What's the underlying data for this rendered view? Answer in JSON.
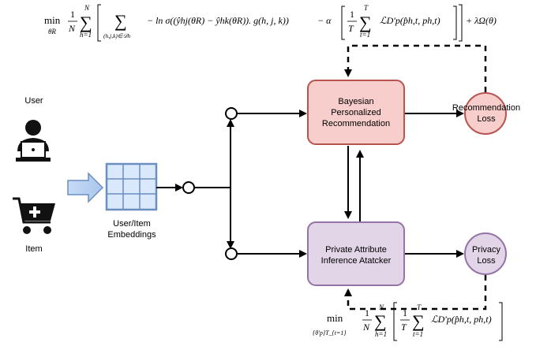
{
  "formula_top": {
    "min": "min",
    "sub": "θR",
    "frac_num": "1",
    "frac_den": "N",
    "sum_top": "N",
    "sum_bottom": "h=1",
    "inner_sum_bottom": "(h,j,k)∈𝒟h",
    "body": "− ln σ((ŷhj(θR) − ŷhk(θR)). g(h, j, k))",
    "alpha_term": "− α",
    "frac2_num": "1",
    "frac2_den": "T",
    "sum2_top": "T",
    "sum2_bottom": "t=1",
    "loss_term": "ℒD′p(p̂h,t, ph,t)",
    "reg_term": "+ λΩ(θ)"
  },
  "formula_bottom": {
    "min": "min",
    "sub": "{θ′p}T_{t=1}",
    "frac_num": "1",
    "frac_den": "N",
    "sum_top": "N",
    "sum_bottom": "h=1",
    "frac2_num": "1",
    "frac2_den": "T",
    "sum2_top": "T",
    "sum2_bottom": "t=1",
    "loss_term": "ℒD′p(p̂h,t, ph,t)"
  },
  "nodes": {
    "user_label": "User",
    "item_label": "Item",
    "embeddings_label_1": "User/Item",
    "embeddings_label_2": "Embeddings",
    "bpr_line1": "Bayesian",
    "bpr_line2": "Personalized",
    "bpr_line3": "Recommendation",
    "attacker_line1": "Private Attribute",
    "attacker_line2": "Inference Atatcker",
    "rec_loss_line1": "Recommendation",
    "rec_loss_line2": "Loss",
    "priv_loss_line1": "Privacy",
    "priv_loss_line2": "Loss"
  },
  "colors": {
    "bpr_fill": "#f8cecc",
    "bpr_stroke": "#b85450",
    "attacker_fill": "#e1d5e7",
    "attacker_stroke": "#9673a6",
    "embed_fill": "#dae8fc",
    "embed_stroke": "#6c8ebf"
  }
}
